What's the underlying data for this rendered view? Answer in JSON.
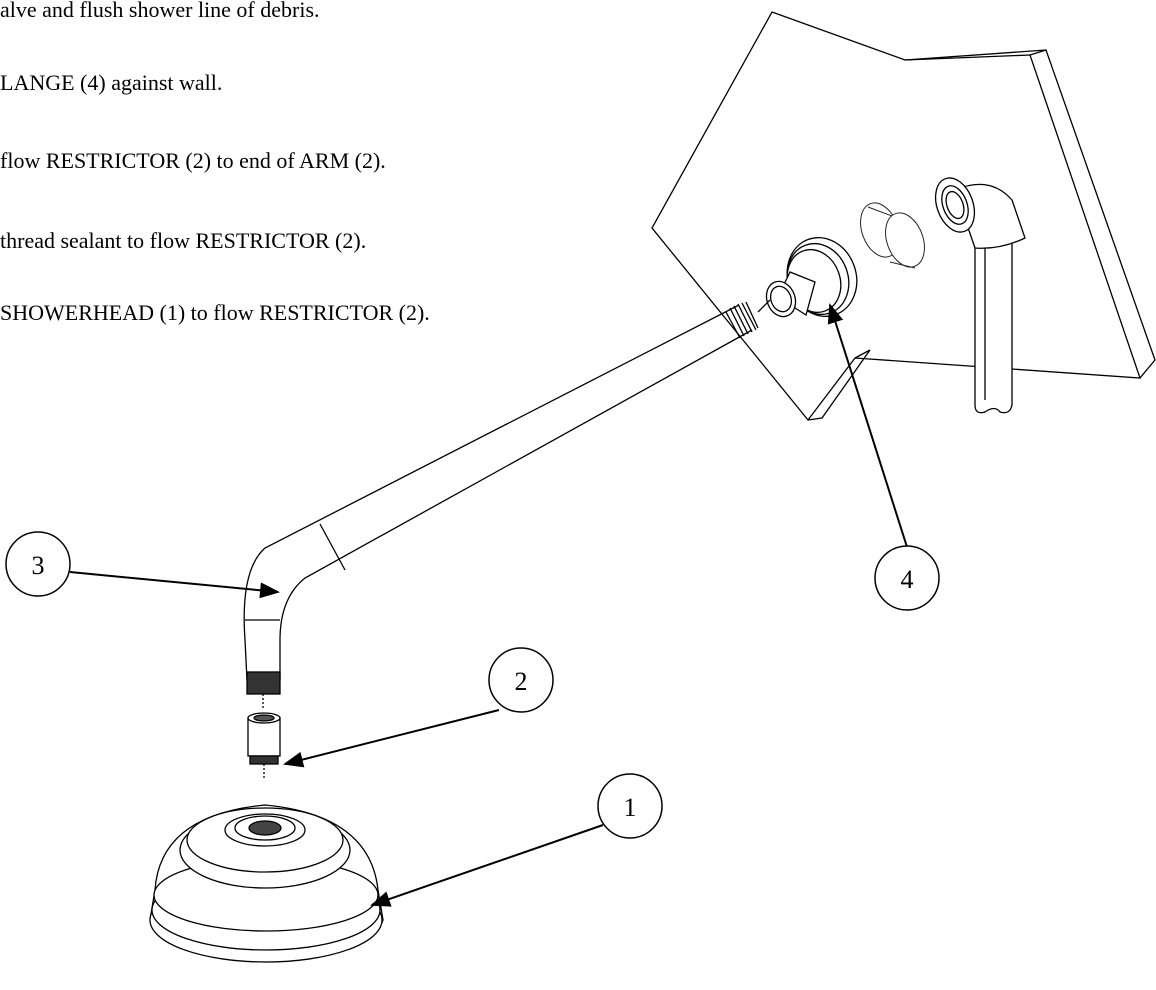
{
  "instructions": {
    "steps": [
      "alve and flush shower line of debris.",
      "LANGE (4) against wall.",
      "flow RESTRICTOR (2) to end of ARM (2).",
      "thread sealant to flow RESTRICTOR (2).",
      "SHOWERHEAD (1)  to flow RESTRICTOR (2)."
    ]
  },
  "callouts": {
    "c1": "1",
    "c2": "2",
    "c3": "3",
    "c4": "4"
  }
}
